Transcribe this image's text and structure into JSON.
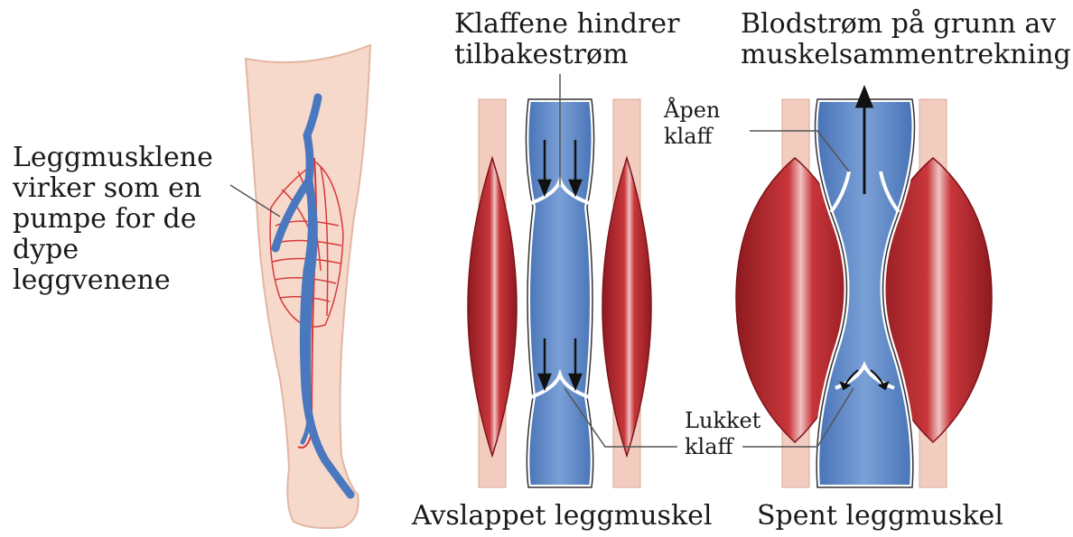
{
  "labels": {
    "calf_pump": "Leggmusklene\nvirker som en\npumpe for de\ndype\nleggvenene",
    "valves_prevent": "Klaffene hindrer\ntilbakestrøm",
    "blood_flow": "Blodstrøm på grunn av\nmuskelsammentrekning",
    "open_valve": "Åpen\nklaff",
    "closed_valve": "Lukket\nklaff",
    "relaxed": "Avslappet leggmuskel",
    "tense": "Spent leggmuskel"
  },
  "colors": {
    "skin": "#f7d9cc",
    "skin_outline": "#e3b6a3",
    "vein": "#4a78be",
    "vein_light": "#7fa3d8",
    "muscle": "#b3262c",
    "muscle_dark": "#7d1418",
    "tendon": "#f3ccc0",
    "artery": "#d63a3a",
    "line": "#555555"
  }
}
